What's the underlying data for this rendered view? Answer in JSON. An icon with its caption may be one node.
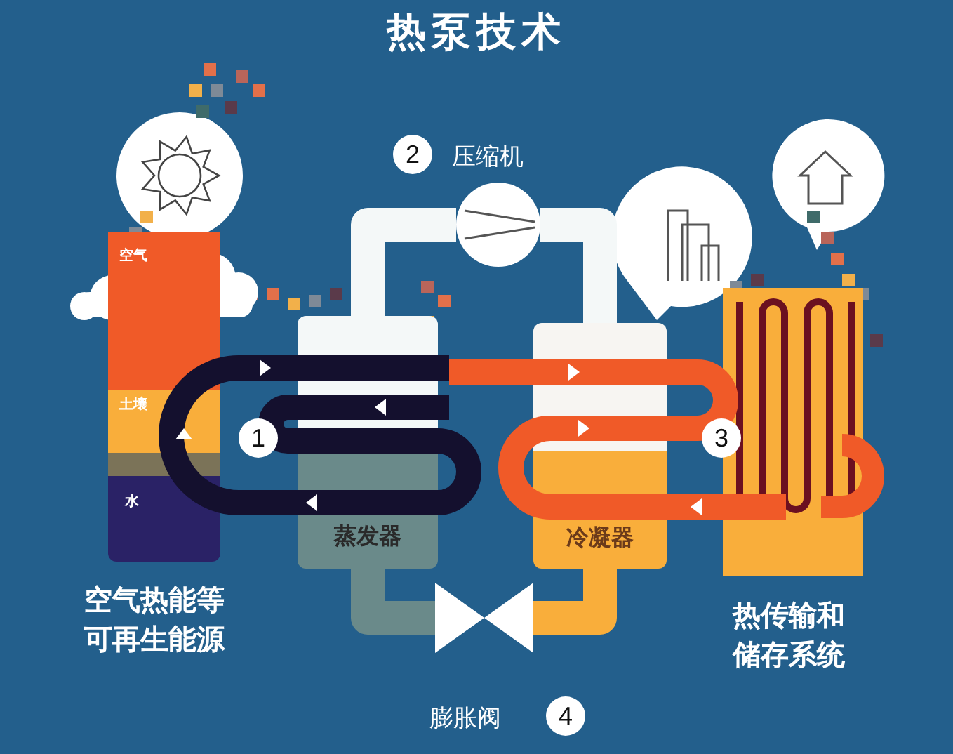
{
  "diagram": {
    "title": "热泵技术",
    "nodes": [
      {
        "text": [
          "空气",
          "土壤",
          "水"
        ],
        "beside": [
          "空气热能等可再生能源"
        ]
      },
      {
        "text": [
          "蒸发器"
        ]
      },
      {
        "text": [
          "冷凝器"
        ]
      },
      {
        "text": [],
        "shape": "box",
        "beside": [
          "热传输和储存系统"
        ]
      },
      {
        "text": [],
        "shape": "circle",
        "beside": [
          "2",
          "压缩机"
        ]
      },
      {
        "text": [],
        "shape": "picture",
        "beside": [
          "膨胀阀",
          "4"
        ]
      }
    ],
    "edges": [
      {
        "from": 1,
        "to": 4,
        "arrow": "none"
      },
      {
        "from": 4,
        "to": 2,
        "arrow": "none"
      },
      {
        "from": 2,
        "to": 5,
        "arrow": "none",
        "color": "#f9ae3b"
      },
      {
        "from": 5,
        "to": 1,
        "arrow": "none",
        "color": "#6a8a8a"
      }
    ],
    "labels": [
      "1",
      "3"
    ]
  }
}
